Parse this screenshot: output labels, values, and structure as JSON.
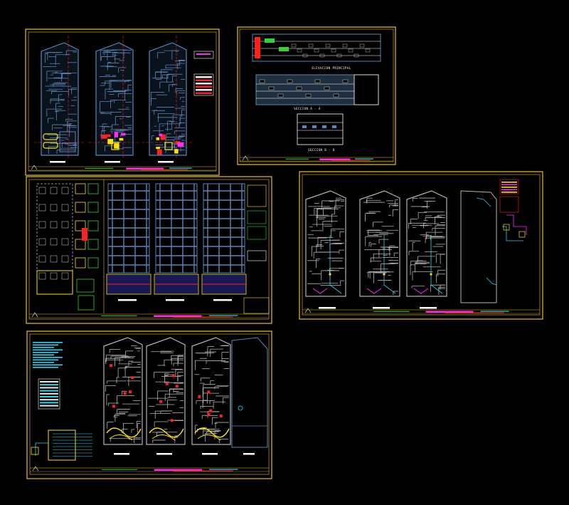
{
  "colors": {
    "background": "#000000",
    "sheet_border": "#e8c21e",
    "inner_frame": "#ff2a2a",
    "wall_blue": "#5a86b8",
    "wall_gray": "#b4b4b4",
    "accent_magenta": "#ff2aff",
    "accent_yellow": "#ffe400",
    "accent_red": "#ff2020",
    "accent_cyan": "#28d6f0",
    "accent_green": "#34d234",
    "label_white": "#ffffff"
  },
  "sheets": [
    {
      "id": "architecture-plans",
      "type": "architecture"
    },
    {
      "id": "elevations-sections",
      "type": "elevations",
      "labels": [
        "ELEVACION PRINCIPAL",
        "SECCION A - A",
        "SECCION B - B"
      ]
    },
    {
      "id": "structural-plans",
      "type": "structural"
    },
    {
      "id": "sanitary-plans",
      "type": "sanitary"
    },
    {
      "id": "electrical-plans",
      "type": "electrical"
    }
  ]
}
